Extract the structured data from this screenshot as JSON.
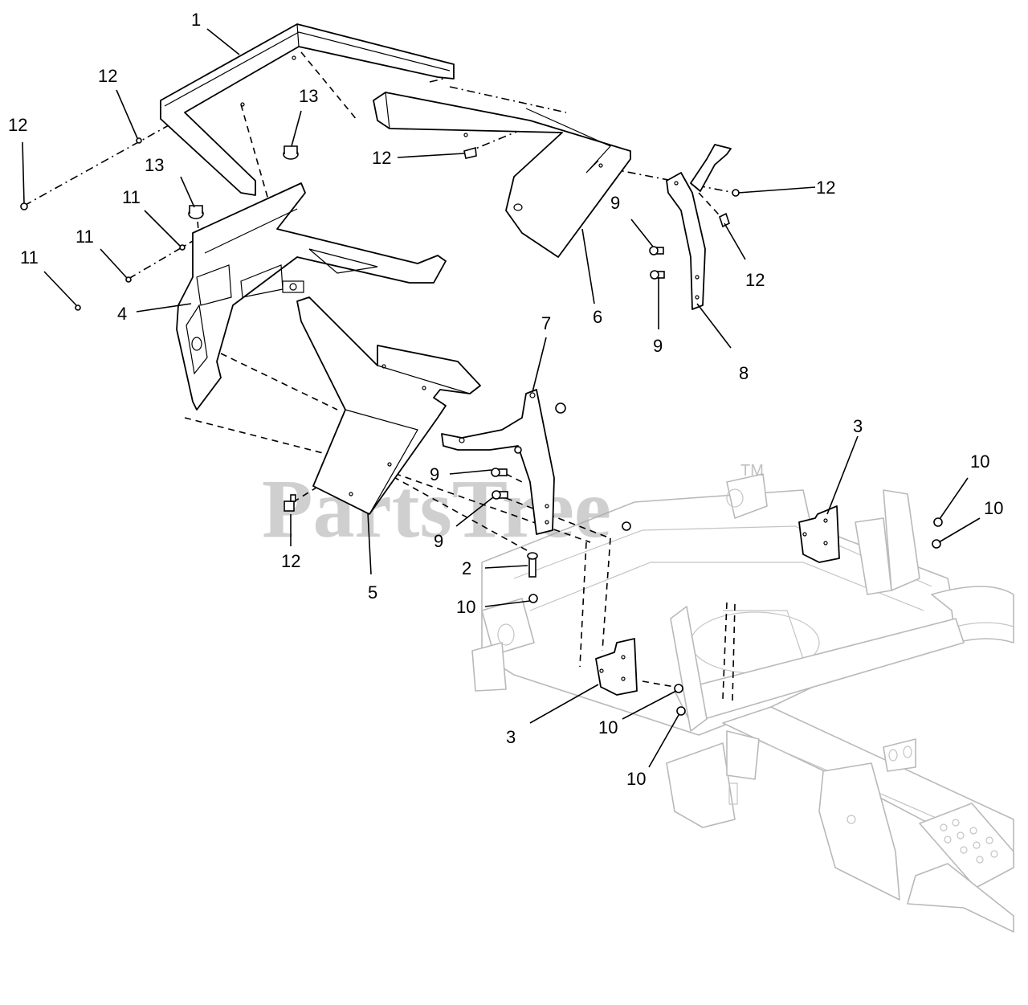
{
  "callouts": {
    "c1": "1",
    "c2": "2",
    "c3a": "3",
    "c3b": "3",
    "c4": "4",
    "c5": "5",
    "c6": "6",
    "c7": "7",
    "c8": "8",
    "c9a": "9",
    "c9b": "9",
    "c9c": "9",
    "c9d": "9",
    "c10a": "10",
    "c10b": "10",
    "c10c": "10",
    "c10d": "10",
    "c10e": "10",
    "c11a": "11",
    "c11b": "11",
    "c11c": "11",
    "c12a": "12",
    "c12b": "12",
    "c12c": "12",
    "c12d": "12",
    "c12e": "12",
    "c12f": "12",
    "c13a": "13",
    "c13b": "13"
  },
  "watermark": {
    "text": "PartsTree",
    "trademark": "TM"
  },
  "colors": {
    "line": "#000000",
    "frame_line": "#b9b9b9",
    "watermark": "#a8a8a8",
    "background": "#ffffff"
  }
}
